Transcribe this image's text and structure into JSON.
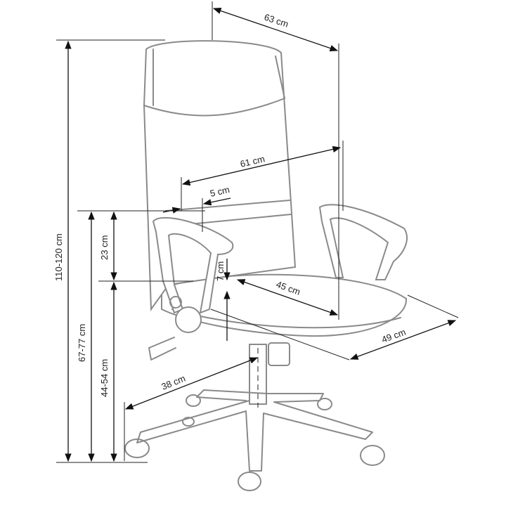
{
  "title": "Office chair dimensions",
  "dimensions": {
    "depth_total": "63 cm",
    "width_back": "61 cm",
    "armrest_gap": "5 cm",
    "armrest_height": "23 cm",
    "seat_thickness": "7 cm",
    "seat_depth": "45 cm",
    "seat_width": "49 cm",
    "base_radius": "38 cm",
    "total_height": "110-120 cm",
    "armrest_floor_height": "67-77 cm",
    "seat_height": "44-54 cm"
  }
}
